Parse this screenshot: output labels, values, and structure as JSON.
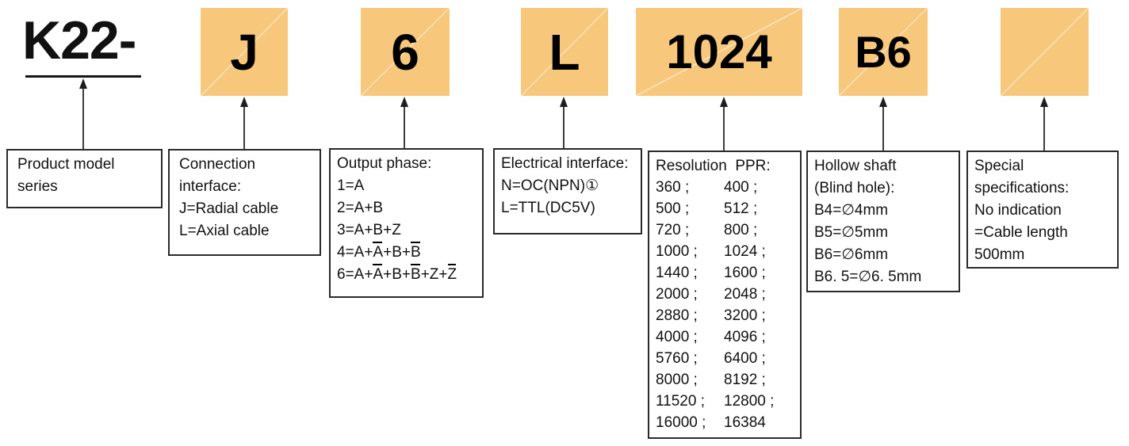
{
  "colors": {
    "segment_bg": "#F7C77B",
    "connector_line": "#3d3d3d",
    "box_border": "#2a2a2a",
    "text": "#111111"
  },
  "model_code": {
    "prefix": "K22-",
    "segments": [
      {
        "code": "J"
      },
      {
        "code": "6"
      },
      {
        "code": "L"
      },
      {
        "code": "1024"
      },
      {
        "code": "B6"
      },
      {
        "code": ""
      }
    ]
  },
  "boxes": [
    {
      "name": "product-model",
      "lines": [
        "Product model",
        "series"
      ]
    },
    {
      "name": "connection-interface",
      "lines": [
        "Connection",
        "interface:",
        "J=Radial cable",
        "L=Axial cable"
      ]
    },
    {
      "name": "output-phase",
      "lines": [
        "Output phase:",
        "1=A",
        "2=A+B",
        "3=A+B+Z",
        "4=A+[A]+B+[B]",
        "6=A+[A]+B+[B]+Z+[Z]"
      ]
    },
    {
      "name": "electrical-interface",
      "lines": [
        "Electrical interface:",
        "N=OC(NPN)①",
        "L=TTL(DC5V)"
      ]
    },
    {
      "name": "resolution",
      "lines": [
        "Resolution  PPR:"
      ],
      "rows": [
        [
          "360 ;",
          "400 ;"
        ],
        [
          "500 ;",
          "512 ;"
        ],
        [
          "720 ;",
          "800 ;"
        ],
        [
          "1000 ;",
          "1024 ;"
        ],
        [
          "1440 ;",
          "1600 ;"
        ],
        [
          "2000 ;",
          "2048 ;"
        ],
        [
          "2880 ;",
          "3200 ;"
        ],
        [
          "4000 ;",
          "4096 ;"
        ],
        [
          "5760 ;",
          "6400 ;"
        ],
        [
          "8000 ;",
          "8192 ;"
        ],
        [
          "11520 ;",
          "12800 ;"
        ],
        [
          "16000 ;",
          "16384"
        ]
      ]
    },
    {
      "name": "hollow-shaft",
      "lines": [
        "Hollow shaft",
        "(Blind hole):",
        "B4=∅4mm",
        "B5=∅5mm",
        "B6=∅6mm",
        "B6. 5=∅6. 5mm"
      ]
    },
    {
      "name": "special-specifications",
      "lines": [
        "Special",
        "specifications:",
        "No indication",
        "=Cable length",
        "500mm"
      ]
    }
  ]
}
